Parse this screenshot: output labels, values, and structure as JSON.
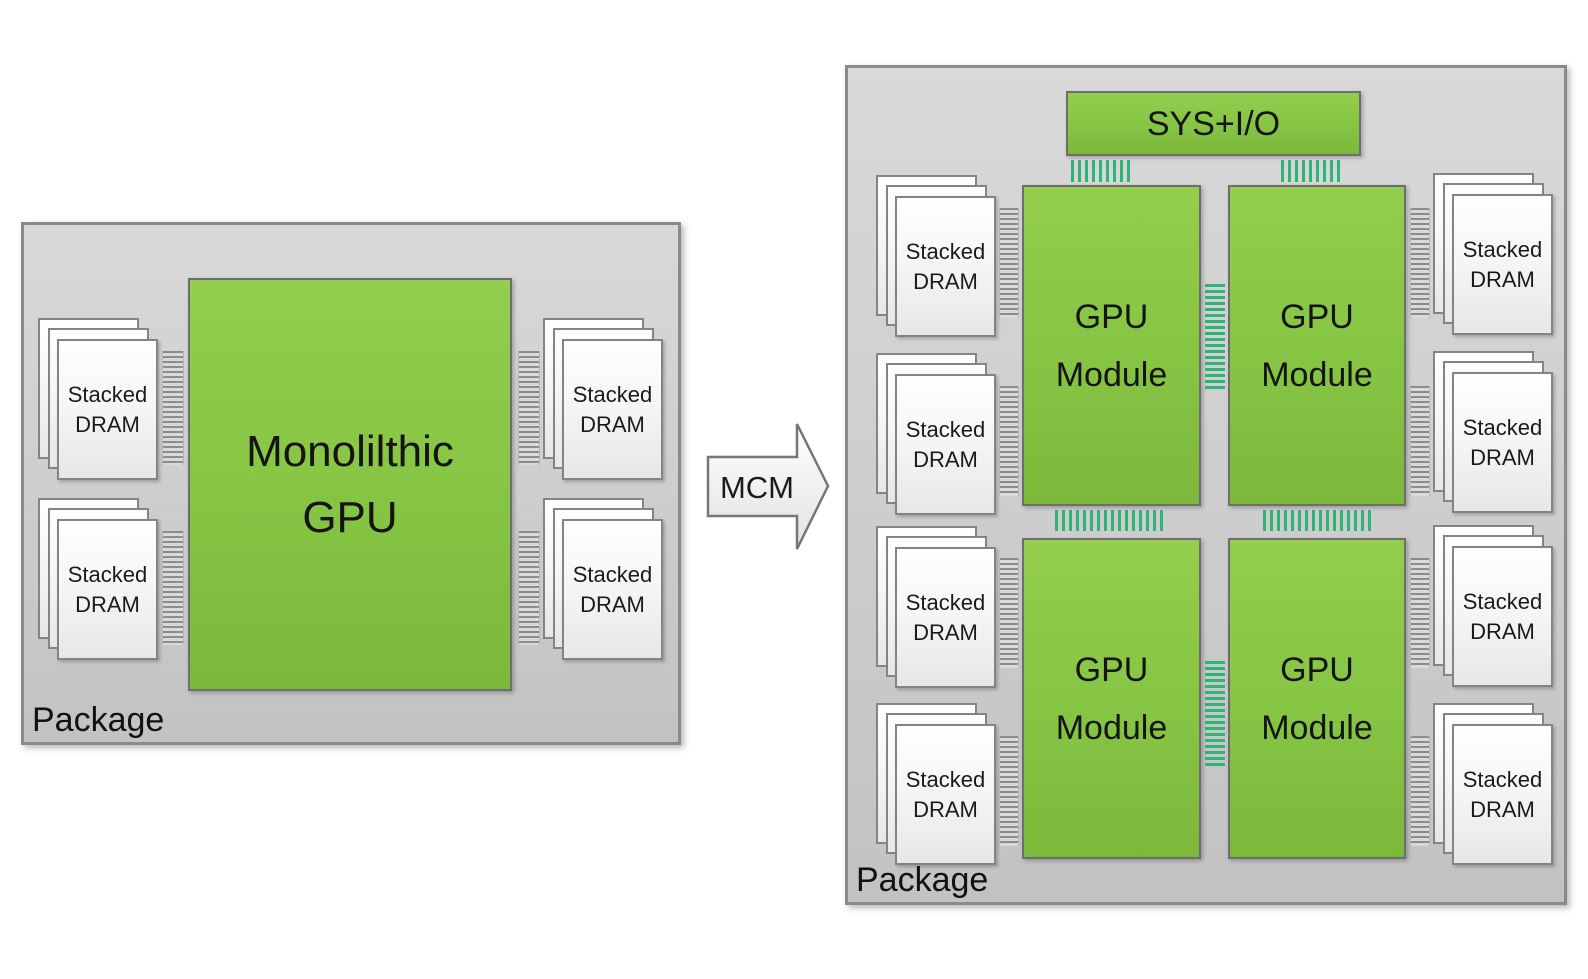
{
  "left_package": {
    "label": "Package",
    "chip_label": "Monolilthic\nGPU",
    "dram_label": "Stacked\nDRAM"
  },
  "arrow": {
    "label": "MCM"
  },
  "right_package": {
    "label": "Package",
    "sys_io_label": "SYS+I/O",
    "gpu_module_label": "GPU\nModule",
    "dram_label": "Stacked\nDRAM"
  },
  "colors": {
    "die_green_top": "#93ce4e",
    "die_green_bottom": "#7cb83a",
    "interconnect_green": "#2fb477",
    "package_gray": "#cdcdcd",
    "rib_gray": "#8c8c8c",
    "border_gray": "#8a8a8a"
  }
}
